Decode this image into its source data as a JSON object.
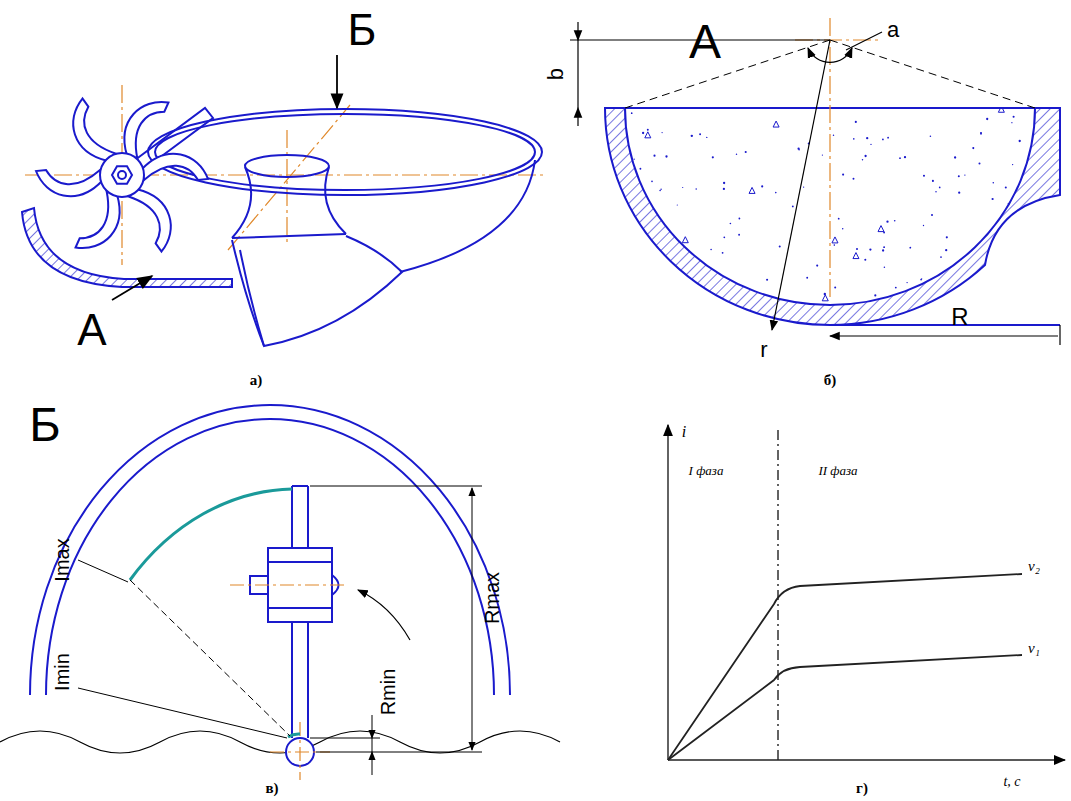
{
  "diagram": {
    "labels": [
      "Б",
      "A",
      "а)",
      "A",
      "a",
      "b",
      "r",
      "R",
      "б)",
      "Б",
      "Imax",
      "Imin",
      "Rmin",
      "Rmax",
      "в)",
      "i",
      "I фаза",
      "II фаза",
      "v₂",
      "v₁",
      "t, c",
      "г)"
    ]
  }
}
